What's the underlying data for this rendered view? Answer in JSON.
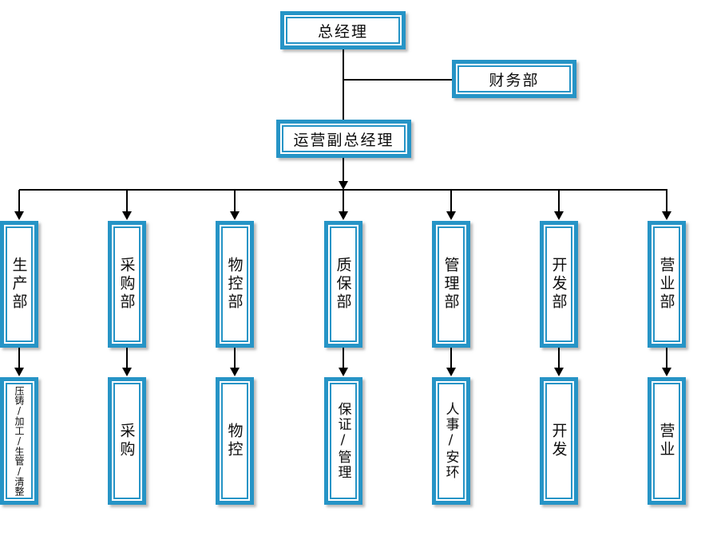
{
  "diagram": {
    "type": "org-chart",
    "accent_color": "#2694C6",
    "line_color": "#000000",
    "nodes": {
      "general_manager": "总经理",
      "finance_dept": "财务部",
      "operations_deputy_gm": "运营副总经理"
    },
    "departments": [
      {
        "label": "生产部",
        "sub_label": "压铸/加工/生管/清整"
      },
      {
        "label": "采购部",
        "sub_label": "采购"
      },
      {
        "label": "物控部",
        "sub_label": "物控"
      },
      {
        "label": "质保部",
        "sub_label": "保证/管理"
      },
      {
        "label": "管理部",
        "sub_label": "人事/安环"
      },
      {
        "label": "开发部",
        "sub_label": "开发"
      },
      {
        "label": "营业部",
        "sub_label": "营业"
      }
    ]
  }
}
